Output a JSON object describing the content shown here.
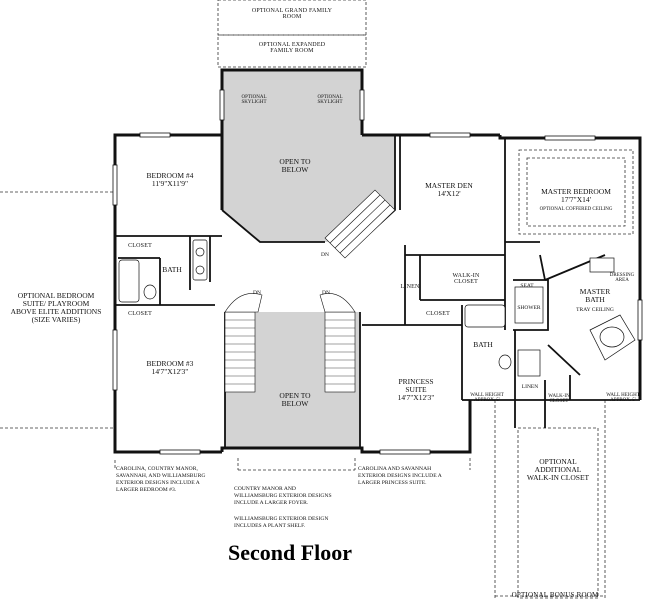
{
  "title": "Second Floor",
  "top_labels": {
    "optional_grand_family_room": "OPTIONAL GRAND FAMILY\nROOM",
    "optional_expanded_family_room": "OPTIONAL EXPANDED\nFAMILY ROOM",
    "optional_bonus_room": "OPTIONAL BONUS ROOM"
  },
  "rooms": {
    "bedroom4": "BEDROOM #4\n11'9\"X11'9\"",
    "bedroom3": "BEDROOM #3\n14'7\"X12'3\"",
    "open_to_below_upper": "OPEN TO\nBELOW",
    "open_to_below_lower": "OPEN TO\nBELOW",
    "master_den": "MASTER DEN\n14'X12'",
    "master_bedroom": "MASTER BEDROOM\n17'7\"X14'",
    "master_bedroom_ceiling": "OPTIONAL COFFERED CEILING",
    "master_bath": "MASTER\nBATH",
    "master_bath_ceiling": "TRAY CEILING",
    "princess_suite": "PRINCESS\nSUITE\n14'7\"X12'3\"",
    "bath_left": "BATH",
    "bath_right": "BATH",
    "closet_b4": "CLOSET",
    "closet_b3": "CLOSET",
    "closet_princess": "CLOSET",
    "walk_in_closet": "WALK-IN\nCLOSET",
    "walk_in_closet_small": "WALK-IN\nCLOSET",
    "linen_upper": "LINEN",
    "linen_lower": "LINEN",
    "seat": "SEAT",
    "shower": "SHOWER",
    "dressing_area": "DRESSING\nAREA",
    "skylight_left": "OPTIONAL\nSKYLIGHT",
    "skylight_right": "OPTIONAL\nSKYLIGHT",
    "dn_top": "DN",
    "dn_left": "DN",
    "dn_right": "DN",
    "wall_height_left": "WALL HEIGHT\nAPPROX. 5'",
    "wall_height_right": "WALL HEIGHT\nAPPROX. 5'",
    "optional_additional_closet": "OPTIONAL\nADDITIONAL\nWALK-IN CLOSET"
  },
  "side_label": "OPTIONAL BEDROOM\nSUITE/ PLAYROOM\nABOVE ELITE ADDITIONS\n(SIZE VARIES)",
  "notes": {
    "note_left": "CAROLINA, COUNTRY MANOR,\nSAVANNAH, AND WILLIAMSBURG\nEXTERIOR DESIGNS INCLUDE A\nLARGER BEDROOM #3.",
    "note_center": "COUNTRY MANOR AND\nWILLIAMSBURG EXTERIOR DESIGNS\nINCLUDE A LARGER FOYER.",
    "note_center2": "WILLIAMSBURG EXTERIOR DESIGN\nINCLUDES A PLANT SHELF.",
    "note_right": "CAROLINA AND SAVANNAH\nEXTERIOR DESIGNS INCLUDE A\nLARGER PRINCESS SUITE."
  },
  "colors": {
    "open_area_fill": "#d3d3d3",
    "wall": "#111111"
  }
}
